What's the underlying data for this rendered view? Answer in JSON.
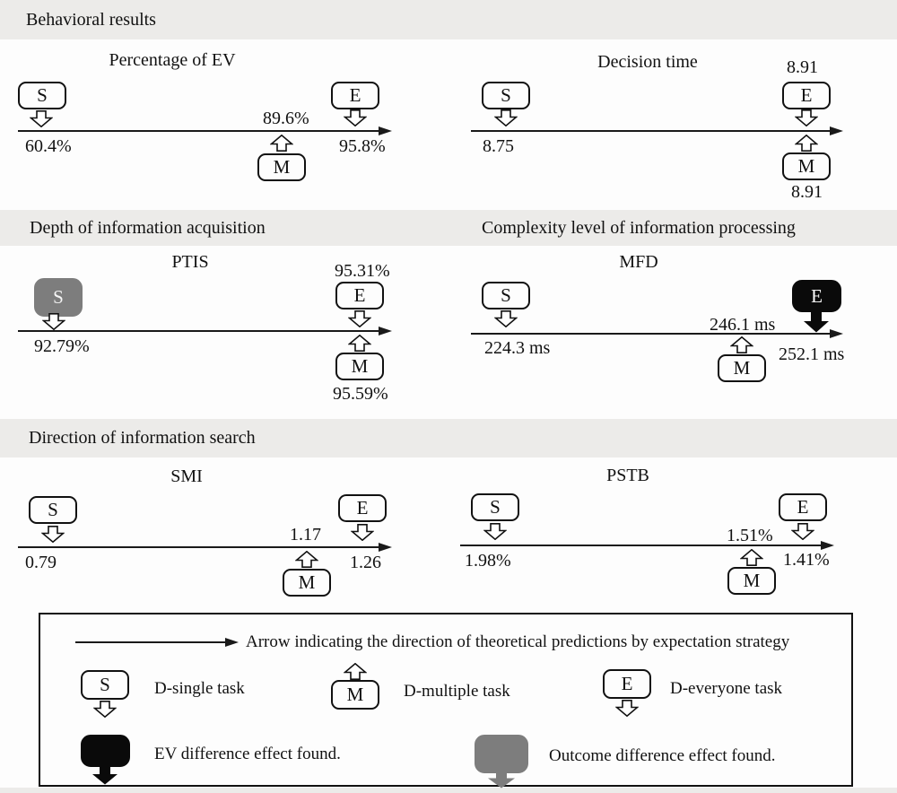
{
  "sections": {
    "behavioral": "Behavioral results",
    "depth": "Depth of information acquisition",
    "complexity": "Complexity level of information processing",
    "direction": "Direction of information search"
  },
  "panels": {
    "ev": {
      "title": "Percentage of EV",
      "s_label": "S",
      "m_label": "M",
      "e_label": "E",
      "s_value": "60.4%",
      "m_value": "89.6%",
      "e_value": "95.8%"
    },
    "dt": {
      "title": "Decision time",
      "s_label": "S",
      "m_label": "M",
      "e_label": "E",
      "s_value": "8.75",
      "m_value": "8.91",
      "e_value": "8.91"
    },
    "ptis": {
      "title": "PTIS",
      "s_label": "S",
      "m_label": "M",
      "e_label": "E",
      "s_value": "92.79%",
      "m_value": "95.59%",
      "e_value": "95.31%",
      "s_fill": "#7D7D7D"
    },
    "mfd": {
      "title": "MFD",
      "s_label": "S",
      "m_label": "M",
      "e_label": "E",
      "s_value": "224.3 ms",
      "m_value": "246.1 ms",
      "e_value": "252.1 ms",
      "e_fill": "#0A0A0A"
    },
    "smi": {
      "title": "SMI",
      "s_label": "S",
      "m_label": "M",
      "e_label": "E",
      "s_value": "0.79",
      "m_value": "1.17",
      "e_value": "1.26"
    },
    "pstb": {
      "title": "PSTB",
      "s_label": "S",
      "m_label": "M",
      "e_label": "E",
      "s_value": "1.98%",
      "m_value": "1.51%",
      "e_value": "1.41%"
    }
  },
  "legend": {
    "arrow_text": "Arrow indicating the direction of theoretical predictions by expectation strategy",
    "s_label": "S",
    "s_text": "D-single task",
    "m_label": "M",
    "m_text": "D-multiple task",
    "e_label": "E",
    "e_text": "D-everyone task",
    "black_text": "EV difference effect found.",
    "gray_text": "Outcome difference effect found."
  },
  "colors": {
    "section_band": "#ECEBE9",
    "gray_fill": "#7D7D7D",
    "black_fill": "#0A0A0A",
    "line": "#1A1A1A"
  }
}
